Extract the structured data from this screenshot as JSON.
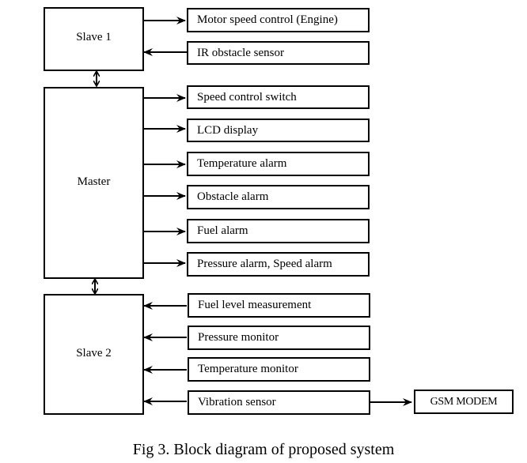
{
  "diagram": {
    "blocks": {
      "slave1": "Slave 1",
      "master": "Master",
      "slave2": "Slave 2"
    },
    "slave1_items": [
      {
        "label": "Motor speed control (Engine)",
        "direction": "output"
      },
      {
        "label": "IR obstacle sensor",
        "direction": "input"
      }
    ],
    "master_items": [
      {
        "label": "Speed control switch",
        "direction": "output"
      },
      {
        "label": "LCD display",
        "direction": "output"
      },
      {
        "label": "Temperature alarm",
        "direction": "output"
      },
      {
        "label": "Obstacle alarm",
        "direction": "output"
      },
      {
        "label": "Fuel alarm",
        "direction": "output"
      },
      {
        "label": "Pressure alarm, Speed alarm",
        "direction": "output"
      }
    ],
    "slave2_items": [
      {
        "label": "Fuel level measurement",
        "direction": "input"
      },
      {
        "label": "Pressure monitor",
        "direction": "input"
      },
      {
        "label": "Temperature monitor",
        "direction": "input"
      },
      {
        "label": "Vibration sensor",
        "direction": "input"
      }
    ],
    "external": {
      "gsm": "GSM MODEM",
      "source": "Vibration sensor"
    },
    "links": [
      {
        "from": "Slave 1",
        "to": "Master",
        "type": "bidirectional"
      },
      {
        "from": "Master",
        "to": "Slave 2",
        "type": "bidirectional"
      }
    ]
  },
  "caption": "Fig 3. Block diagram of proposed system"
}
